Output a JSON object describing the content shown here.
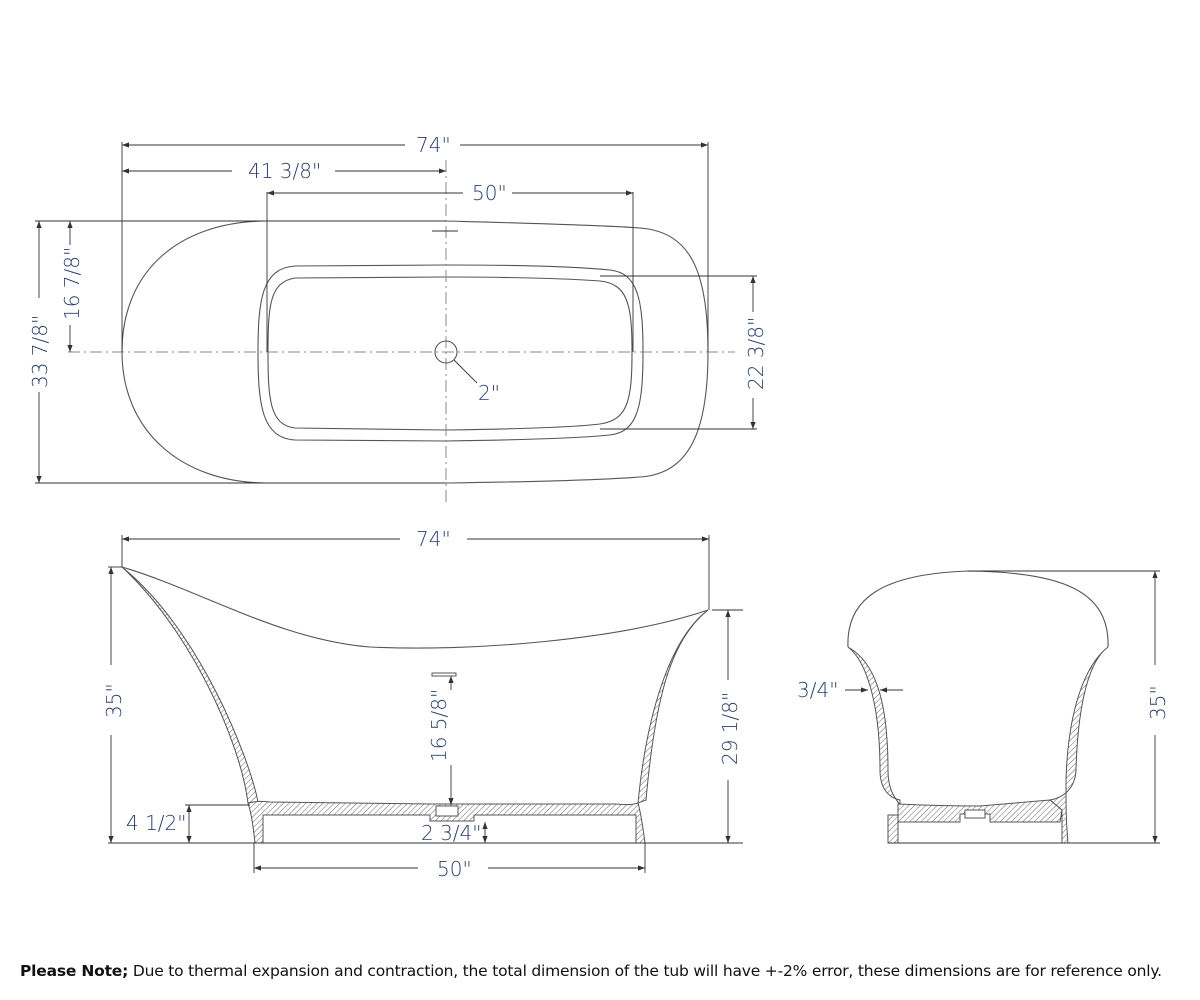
{
  "drawing": {
    "colors": {
      "dimension_text": "#2a3f6e",
      "outline": "#555555",
      "centerline": "#888888"
    },
    "top_view": {
      "overall_length": "74\"",
      "drain_offset": "41 3/8\"",
      "inner_length": "50\"",
      "overall_width": "33 7/8\"",
      "half_width": "16 7/8\"",
      "inner_width": "22 3/8\"",
      "drain_diameter": "2\""
    },
    "side_view": {
      "overall_length": "74\"",
      "overall_height": "35\"",
      "low_side_height": "29 1/8\"",
      "overflow_to_floor": "16 5/8\"",
      "base_height": "4 1/2\"",
      "drain_height": "2 3/4\"",
      "base_length": "50\""
    },
    "end_view": {
      "wall_thickness": "3/4\"",
      "overall_height": "35\""
    }
  },
  "note": {
    "label": "Please Note;",
    "text": " Due to thermal expansion and contraction, the total dimension of the tub will have +-2% error, these dimensions are for reference only."
  }
}
